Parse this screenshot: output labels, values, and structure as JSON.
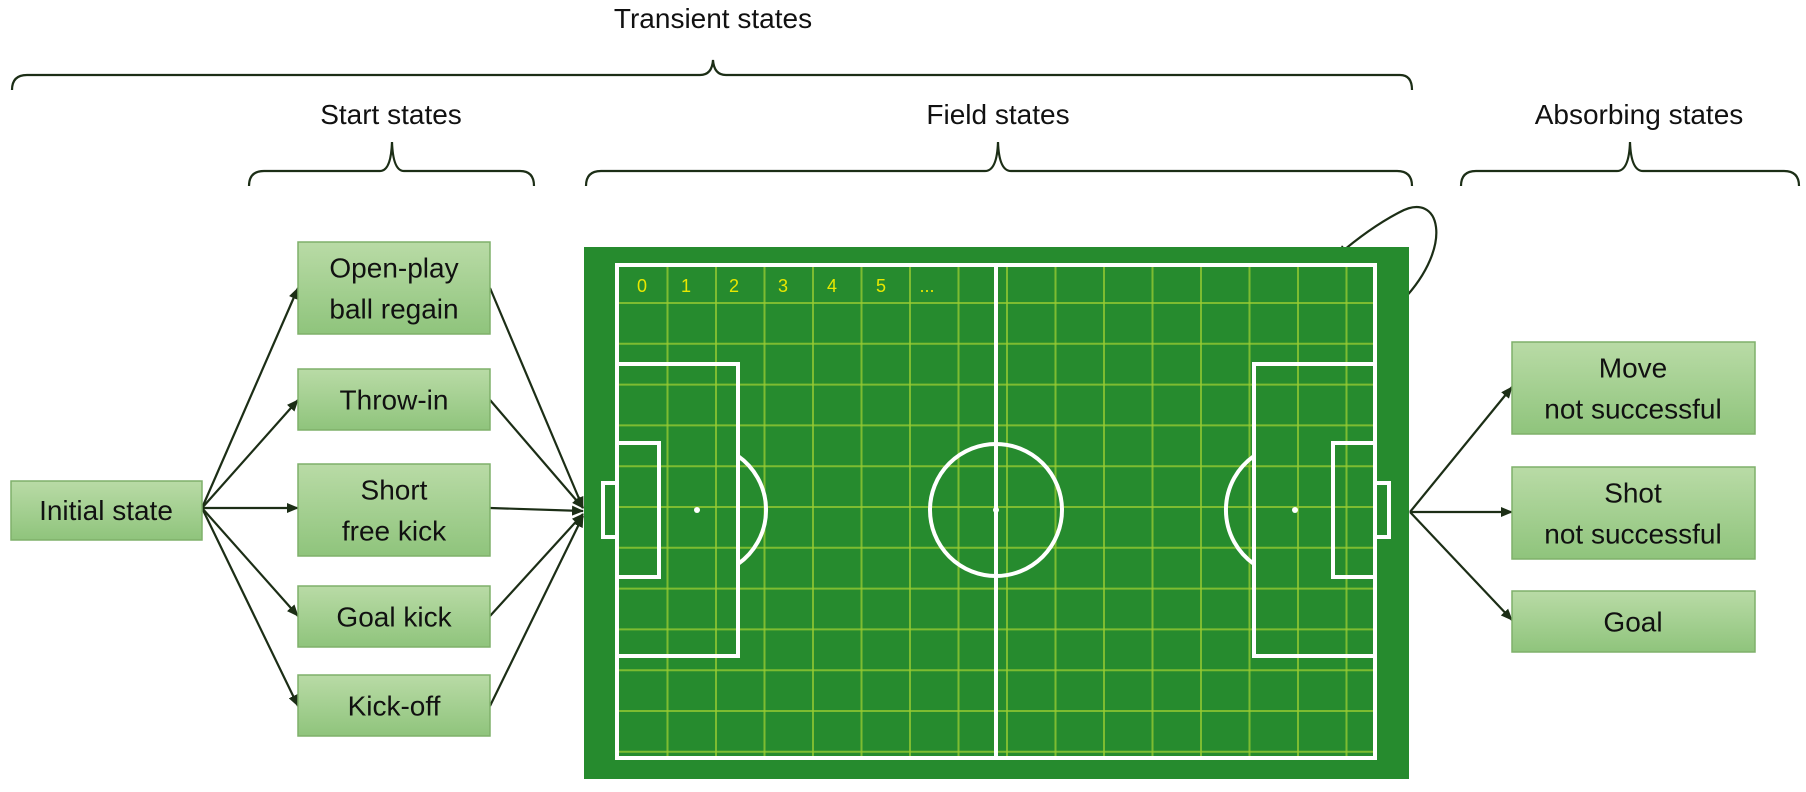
{
  "brackets": {
    "transient": "Transient states",
    "start": "Start states",
    "field": "Field states",
    "absorbing": "Absorbing states"
  },
  "initial_state": "Initial state",
  "start_states": [
    [
      "Open-play",
      "ball regain"
    ],
    [
      "Throw-in"
    ],
    [
      "Short",
      "free kick"
    ],
    [
      "Goal kick"
    ],
    [
      "Kick-off"
    ]
  ],
  "absorbing_states": [
    [
      "Move",
      "not successful"
    ],
    [
      "Shot",
      "not successful"
    ],
    [
      "Goal"
    ]
  ],
  "field": {
    "cell_labels": [
      "0",
      "1",
      "2",
      "3",
      "4",
      "5",
      "..."
    ],
    "colors": {
      "pitch": "#268b2e",
      "grid": "#9acd32",
      "lines": "#ffffff",
      "cell_label": "#e8e800"
    }
  },
  "colors": {
    "box_top": "#b9dba6",
    "box_bottom": "#8fc47c",
    "connector": "#1c2e16"
  }
}
